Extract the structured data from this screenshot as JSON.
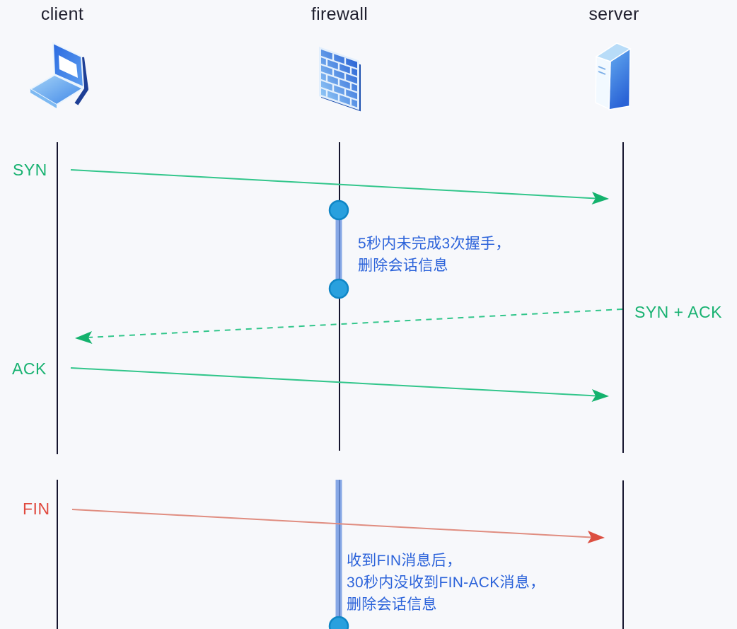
{
  "diagram": {
    "title": "firewall TCP session timeout sequence",
    "actors": [
      {
        "id": "client",
        "label": "client",
        "icon": "laptop-icon"
      },
      {
        "id": "firewall",
        "label": "firewall",
        "icon": "firewall-icon"
      },
      {
        "id": "server",
        "label": "server",
        "icon": "server-icon"
      }
    ],
    "messages": [
      {
        "label": "SYN",
        "from": "client",
        "to": "server",
        "style": "solid",
        "color": "green"
      },
      {
        "label": "SYN + ACK",
        "from": "server",
        "to": "client",
        "style": "dashed",
        "color": "green"
      },
      {
        "label": "ACK",
        "from": "client",
        "to": "server",
        "style": "solid",
        "color": "green"
      },
      {
        "label": "FIN",
        "from": "client",
        "to": "server",
        "style": "solid",
        "color": "red"
      }
    ],
    "annotations": [
      {
        "actor": "firewall",
        "lines": [
          "5秒内未完成3次握手，",
          "删除会话信息"
        ]
      },
      {
        "actor": "firewall",
        "lines": [
          "收到FIN消息后，",
          "30秒内没收到FIN-ACK消息，",
          "删除会话信息"
        ]
      }
    ],
    "colors": {
      "background": "#f7f8fb",
      "lifeline": "#15152e",
      "green_label": "#18b271",
      "green_line": "#32c68b",
      "red_label": "#e04a3f",
      "red_line": "#e08d80",
      "annotation_blue": "#2c63da",
      "timer_node_blue": "#29a0de",
      "activation_bar_blue": "#6e96e1",
      "header_text": "#20202f"
    }
  }
}
